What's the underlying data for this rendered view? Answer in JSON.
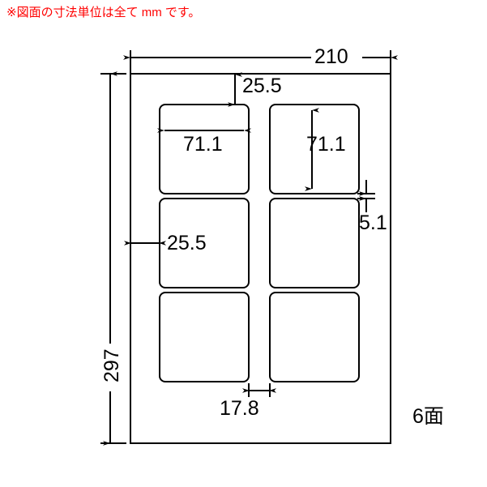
{
  "header": {
    "note": "※図面の寸法単位は全て mm です。",
    "note_color": "#ff0000"
  },
  "diagram": {
    "stroke_color": "#000000",
    "fill_color": "#ffffff",
    "sheet": {
      "name": "label-sheet",
      "width_mm": "210",
      "height_mm": "297"
    },
    "labels": {
      "rows": 3,
      "cols": 2,
      "count_text": "6面"
    },
    "dimensions": {
      "sheet_width": "210",
      "sheet_height": "297",
      "label_width": "71.1",
      "label_height": "71.1",
      "top_margin": "25.5",
      "left_margin": "25.5",
      "vertical_gap": "5.1",
      "horizontal_gap": "17.8"
    }
  }
}
